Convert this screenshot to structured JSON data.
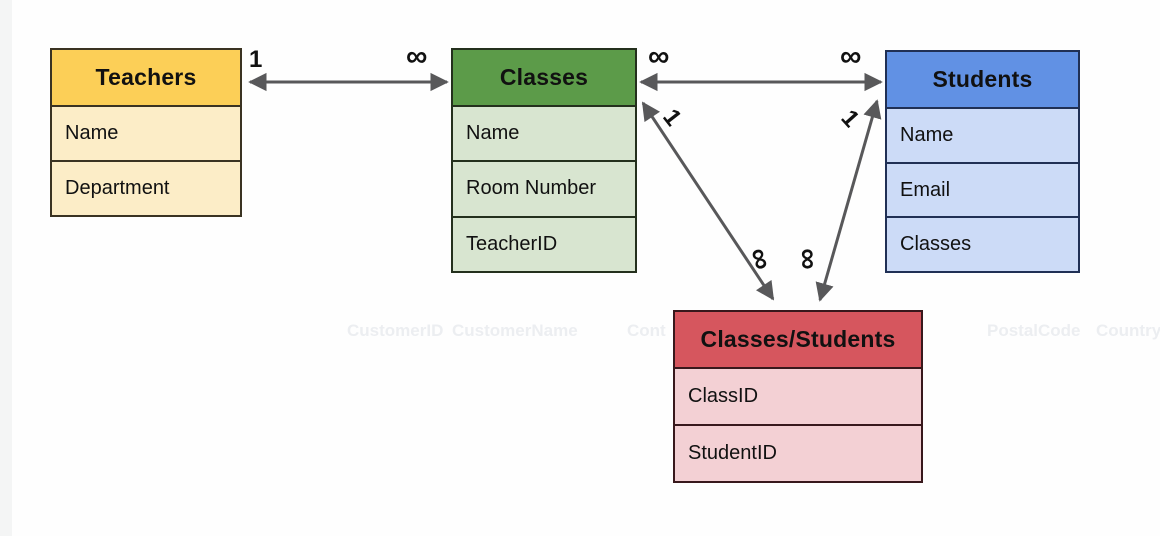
{
  "canvas": {
    "background": "#fefefe",
    "left_strip_color": "#f4f5f5"
  },
  "diagram": {
    "connector_color": "#58585a",
    "text_color": "#111111",
    "entities": {
      "teachers": {
        "title": "Teachers",
        "fields": [
          "Name",
          "Department"
        ],
        "header_color": "#fccf57",
        "row_color": "#fcedc7",
        "border_color": "#3a3322"
      },
      "classes": {
        "title": "Classes",
        "fields": [
          "Name",
          "Room Number",
          "TeacherID"
        ],
        "header_color": "#5c9b49",
        "row_color": "#d8e5d0",
        "border_color": "#24301d"
      },
      "students": {
        "title": "Students",
        "fields": [
          "Name",
          "Email",
          "Classes"
        ],
        "header_color": "#6191e4",
        "row_color": "#ccdbf7",
        "border_color": "#203055"
      },
      "classes_students": {
        "title": "Classes/Students",
        "fields": [
          "ClassID",
          "StudentID"
        ],
        "header_color": "#d6565e",
        "row_color": "#f3d0d4",
        "border_color": "#38181c"
      }
    },
    "relationships": [
      {
        "from": "Teachers",
        "to": "Classes",
        "from_label": "1",
        "to_label": "∞"
      },
      {
        "from": "Classes",
        "to": "Students",
        "from_label": "∞",
        "to_label": "∞"
      },
      {
        "from": "Classes",
        "to": "Classes/Students",
        "from_label": "1",
        "to_label": "∞"
      },
      {
        "from": "Students",
        "to": "Classes/Students",
        "from_label": "1",
        "to_label": "∞"
      }
    ]
  },
  "ghost_text": {
    "color": "#eceef1",
    "items": [
      {
        "label": "CustomerID"
      },
      {
        "label": "CustomerName"
      },
      {
        "label": "Cont"
      },
      {
        "label": "PostalCode"
      },
      {
        "label": "Country"
      }
    ]
  }
}
